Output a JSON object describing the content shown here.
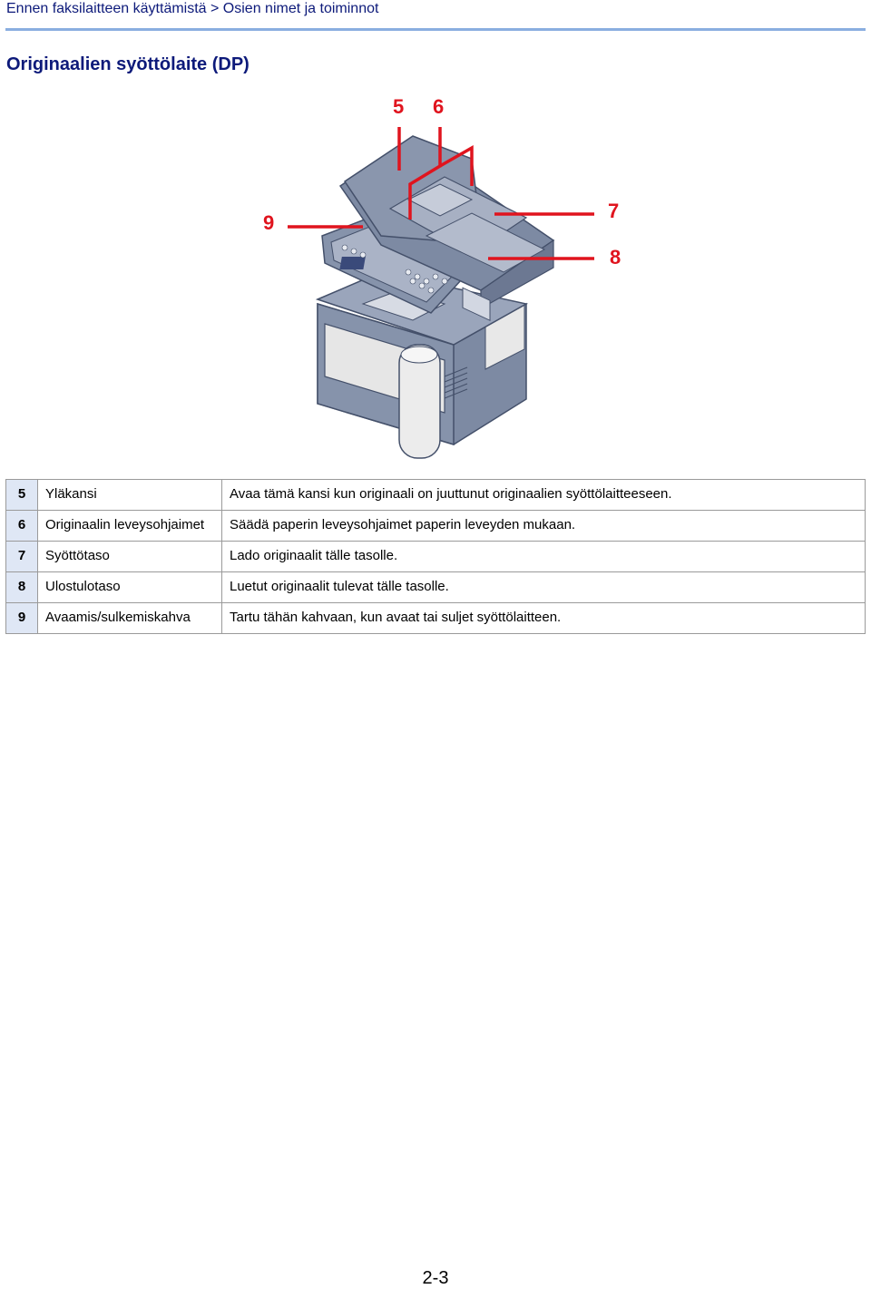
{
  "header": {
    "breadcrumb": "Ennen faksilaitteen käyttämistä > Osien nimet ja toiminnot",
    "title": "Originaalien syöttölaite (DP)"
  },
  "figure": {
    "callouts": [
      "5",
      "6",
      "7",
      "8",
      "9"
    ],
    "colors": {
      "callout": "#e0141e",
      "body": "#7d8aa3",
      "panel": "#e8e8e8"
    }
  },
  "parts": [
    {
      "num": "5",
      "name": "Yläkansi",
      "desc": "Avaa tämä kansi kun originaali on juuttunut originaalien syöttölaitteeseen."
    },
    {
      "num": "6",
      "name": "Originaalin leveysohjaimet",
      "desc": "Säädä paperin leveysohjaimet paperin leveyden mukaan."
    },
    {
      "num": "7",
      "name": "Syöttötaso",
      "desc": "Lado originaalit tälle tasolle."
    },
    {
      "num": "8",
      "name": "Ulostulotaso",
      "desc": "Luetut originaalit tulevat tälle tasolle."
    },
    {
      "num": "9",
      "name": "Avaamis/sulkemiskahva",
      "desc": "Tartu tähän kahvaan, kun avaat tai suljet syöttölaitteen."
    }
  ],
  "footer": {
    "page_number": "2-3"
  }
}
